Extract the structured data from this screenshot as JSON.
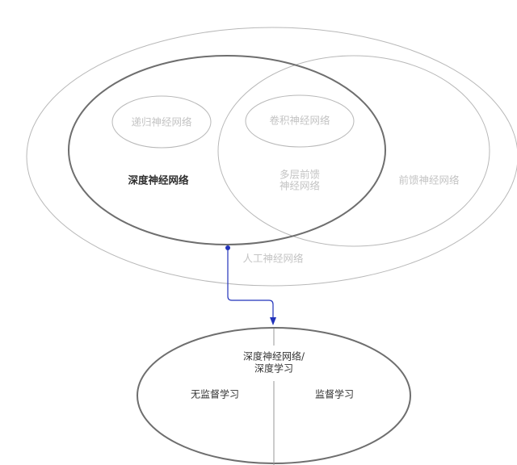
{
  "diagram": {
    "nodes": {
      "ann": {
        "label": "人工神经网络"
      },
      "feedforward": {
        "label": "前馈神经网络"
      },
      "deep": {
        "label": "深度神经网络"
      },
      "multilayer": {
        "line1": "多层前馈",
        "line2": "神经网络"
      },
      "rnn": {
        "label": "递归神经网络"
      },
      "cnn": {
        "label": "卷积神经网络"
      }
    },
    "bottom": {
      "title_line1": "深度神经网络/",
      "title_line2": "深度学习",
      "left_label": "无监督学习",
      "right_label": "监督学习"
    },
    "colors": {
      "outline_light": "#b8b8b8",
      "outline_dark": "#6e6e6e",
      "connector": "#2233bb"
    }
  }
}
